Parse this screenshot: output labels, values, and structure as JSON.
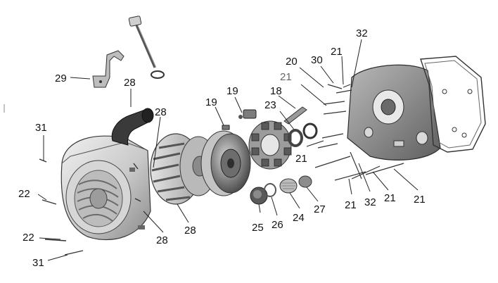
{
  "diagram": {
    "callouts": {
      "c31_top": "31",
      "c29": "29",
      "c28_a": "28",
      "c28_b": "28",
      "c28_c": "28",
      "c28_d": "28",
      "c22_a": "22",
      "c22_b": "22",
      "c31_bottom": "31",
      "c19_a": "19",
      "c19_b": "19",
      "c18": "18",
      "c23": "23",
      "c21_a": "21",
      "c21_b": "21",
      "c21_c": "21",
      "c21_d": "21",
      "c21_e": "21",
      "c21_f": "21",
      "c20": "20",
      "c30": "30",
      "c32_top": "32",
      "c32_bottom": "32",
      "c25": "25",
      "c26": "26",
      "c24": "24",
      "c27": "27"
    },
    "colors": {
      "part_dark": "#4a4a4a",
      "part_mid": "#9a9a9a",
      "part_light": "#cfcfcf",
      "line": "#222222"
    }
  }
}
